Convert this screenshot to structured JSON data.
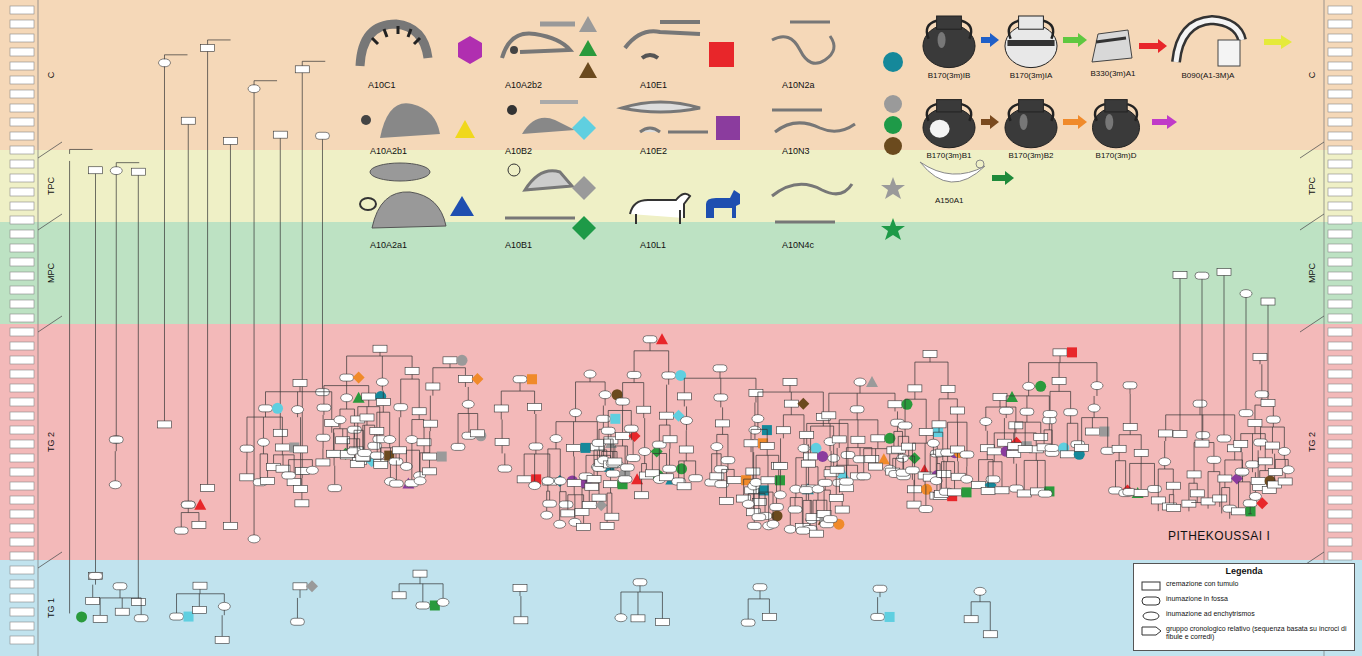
{
  "diagram": {
    "nodes": [
      {
        "text": [
          "C",
          "C"
        ]
      },
      {
        "text": [
          "B170(3m)IB"
        ],
        "in": 0
      },
      {
        "text": [
          "B170(3m)IA"
        ],
        "in": 0
      },
      {
        "text": [
          "B330(3m)A1"
        ],
        "in": 0
      },
      {
        "text": [
          "B090(A1-3M)A"
        ],
        "in": 0
      },
      {
        "text": [
          "B170(3m)B1"
        ],
        "in": 0
      },
      {
        "text": [
          "B170(3m)B2"
        ],
        "in": 0
      },
      {
        "text": [
          "B170(3m)D"
        ],
        "in": 0
      },
      {
        "text": [
          "TPC",
          "TPC"
        ]
      },
      {
        "text": [
          "MPC",
          "MPC"
        ]
      },
      {
        "text": [
          "TG 2",
          "TG 2"
        ]
      },
      {
        "text": [
          "TG 1",
          "TG 1"
        ]
      }
    ],
    "edges": [
      {
        "from": 1,
        "to": 2,
        "arrow": "to"
      },
      {
        "from": 2,
        "to": 3,
        "arrow": "to"
      },
      {
        "from": 3,
        "to": 4,
        "arrow": "to"
      },
      {
        "from": 5,
        "to": 6,
        "arrow": "to"
      },
      {
        "from": 6,
        "to": 7,
        "arrow": "to"
      }
    ],
    "labels": [
      "A10C1",
      "A10A2b2",
      "A10E1",
      "A10N2a",
      "A10A2b1",
      "A10B2",
      "A10E2",
      "A10N3",
      "A10A2a1",
      "A10B1",
      "A10L1",
      "A10N4c",
      "A150A1",
      "PITHEKOUSSAI I",
      "Legenda"
    ],
    "legend": [
      {
        "text": "cremazione con tumulo"
      },
      {
        "text": "inumazione in fossa"
      },
      {
        "text": "inumazione ad enchytrismos"
      },
      {
        "text": "gruppo cronologico relativo (sequenza basata su incroci di fibule e corredi)"
      }
    ]
  }
}
